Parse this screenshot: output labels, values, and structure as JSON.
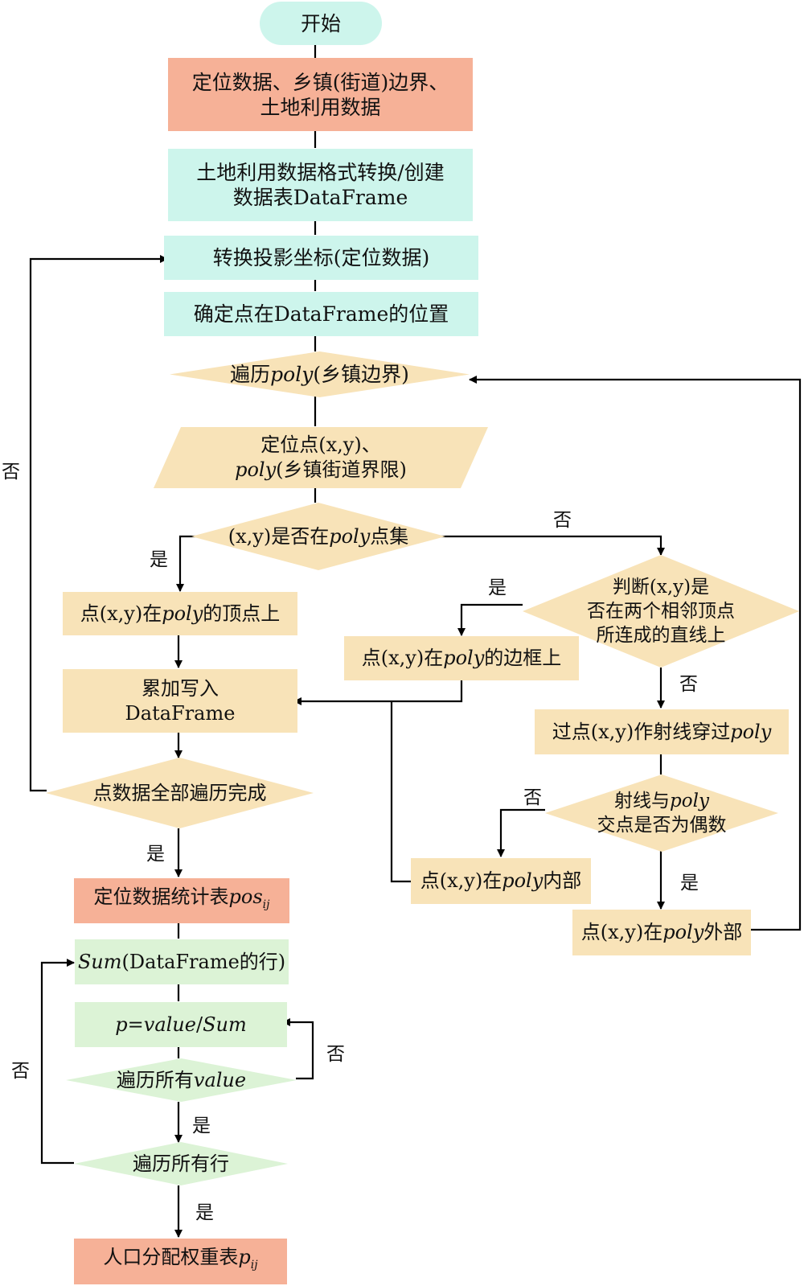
{
  "colors": {
    "salmon": "#f6b197",
    "cyan": "#cdf5ec",
    "wheat": "#f8e3b8",
    "green": "#dcf3d6",
    "line": "#000000"
  },
  "nodes": {
    "start": "开始",
    "input_data_1": "定位数据、乡镇(街道)边界、",
    "input_data_2": "土地利用数据",
    "convert_1": "土地利用数据格式转换/创建",
    "convert_2": "数据表DataFrame",
    "project": "转换投影坐标(定位数据)",
    "locate": "确定点在DataFrame的位置",
    "iter_poly_a": "遍历",
    "iter_poly_b": "poly",
    "iter_poly_c": "(乡镇边界)",
    "para_1": "定位点(x,y)、",
    "para_2a": "poly",
    "para_2b": "(乡镇街道界限)",
    "in_set_a": "(x,y)是否在",
    "in_set_b": "poly",
    "in_set_c": "点集",
    "vertex_a": "点(x,y)在",
    "vertex_b": "poly",
    "vertex_c": "的顶点上",
    "judge_1": "判断(x,y)是",
    "judge_2": "否在两个相邻顶点",
    "judge_3": "所连成的直线上",
    "edge_a": "点(x,y)在",
    "edge_b": "poly",
    "edge_c": "的边框上",
    "accum_1": "累加写入",
    "accum_2": "DataFrame",
    "ray_a": "过点(x,y)作射线穿过",
    "ray_b": "poly",
    "ray_q_1a": "射线与",
    "ray_q_1b": "poly",
    "ray_q_2": "交点是否为偶数",
    "all_done": "点数据全部遍历完成",
    "inside_a": "点(x,y)在",
    "inside_b": "poly",
    "inside_c": "内部",
    "outside_a": "点(x,y)在",
    "outside_b": "poly",
    "outside_c": "外部",
    "stat_a": "定位数据统计表",
    "stat_b": "pos",
    "stat_sub": "ij",
    "sum_a": "Sum",
    "sum_b": "(DataFrame的行)",
    "p_a": "p",
    "p_b": "=",
    "p_c": "value",
    "p_d": "/",
    "p_e": "Sum",
    "iter_value_a": "遍历所有",
    "iter_value_b": "value",
    "iter_rows": "遍历所有行",
    "weight_a": "人口分配权重表",
    "weight_b": "p",
    "weight_sub": "ij"
  },
  "edge_labels": {
    "no": "否",
    "yes": "是"
  }
}
